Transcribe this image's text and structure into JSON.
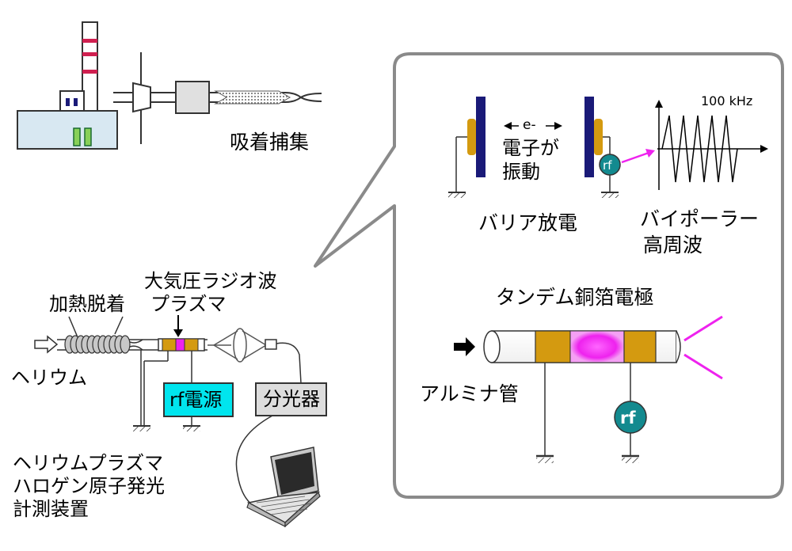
{
  "labels": {
    "adsorption": "吸着捕集",
    "heat_desorption": "加熱脱着",
    "atm_rf_plasma_1": "大気圧ラジオ波",
    "atm_rf_plasma_2": "プラズマ",
    "helium": "ヘリウム",
    "rf_power": "rf電源",
    "spectrometer": "分光器",
    "device_line1": "ヘリウムプラズマ",
    "device_line2": "ハロゲン原子発光",
    "device_line3": "計測装置",
    "electron": "e-",
    "electron_osc_1": "電子が",
    "electron_osc_2": "振動",
    "rf_small": "rf",
    "barrier_discharge": "バリア放電",
    "freq": "100 kHz",
    "bipolar_1": "バイポーラー",
    "bipolar_2": "高周波",
    "tandem": "タンデム銅箔電極",
    "alumina": "アルミナ管",
    "rf_large": "rf"
  },
  "colors": {
    "copper": "#D49A10",
    "cyan": "#00E5EE",
    "teal": "#138A8F",
    "magenta": "#EE22EE",
    "navy": "#1A1A78",
    "factory": "#D8E8F2",
    "green": "#88D058",
    "red_stripe": "#D02050",
    "gray_box": "#DDDDDD"
  }
}
